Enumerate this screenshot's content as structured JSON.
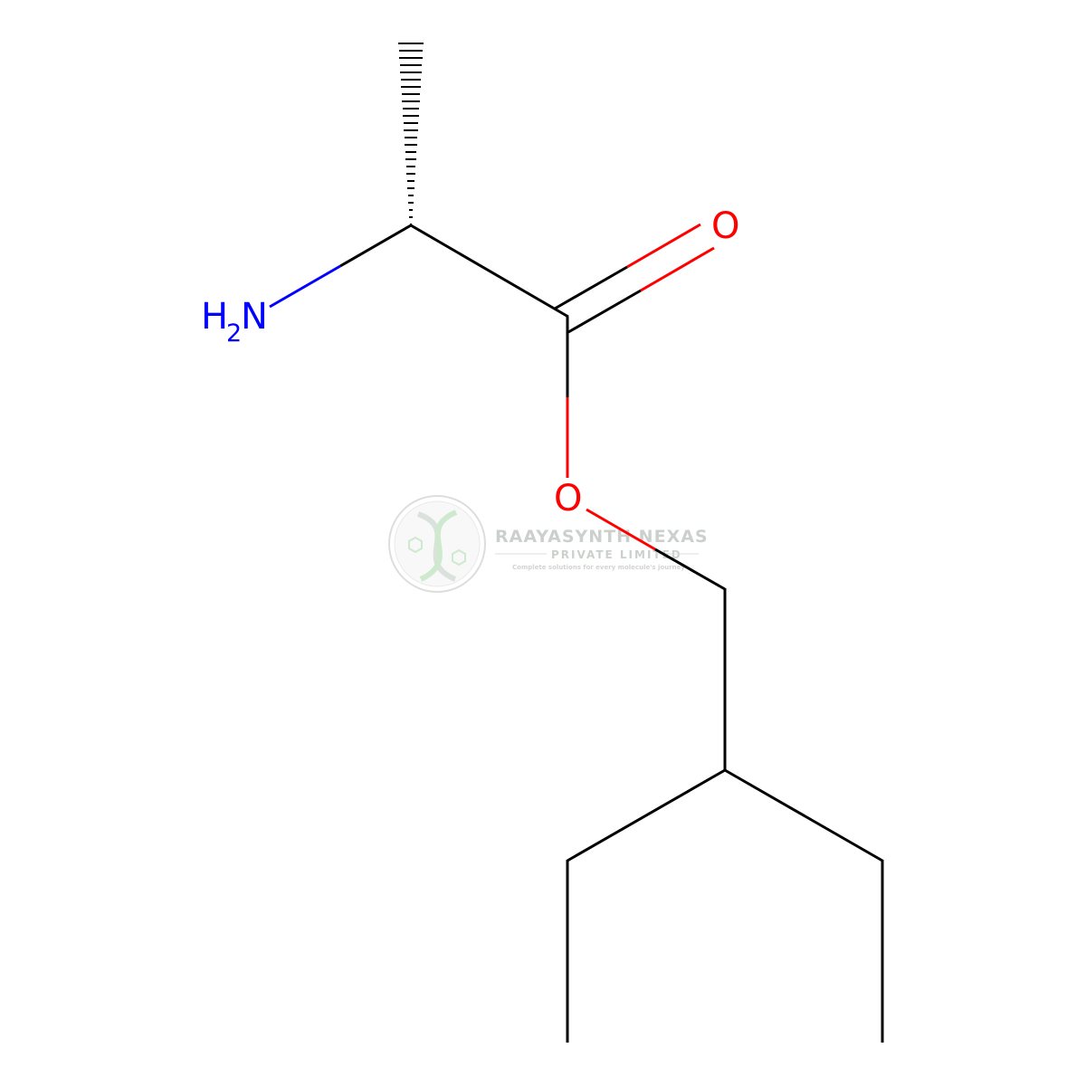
{
  "molecule": {
    "atoms": {
      "amine": {
        "label": "N",
        "hydrogen": "H",
        "hydrogen_count": "2",
        "color": "#0000FF"
      },
      "carbonyl_oxygen": {
        "label": "O",
        "color": "#FF0000"
      },
      "ester_oxygen": {
        "label": "O",
        "color": "#FF0000"
      }
    },
    "bond_color": "#000000"
  },
  "watermark": {
    "company": "RAAYASYNTH NEXAS",
    "subtitle": "PRIVATE LIMITED",
    "tagline": "Complete solutions for every molecule's journey",
    "color": "#9aa39a",
    "accent_color": "#8fd68f"
  }
}
